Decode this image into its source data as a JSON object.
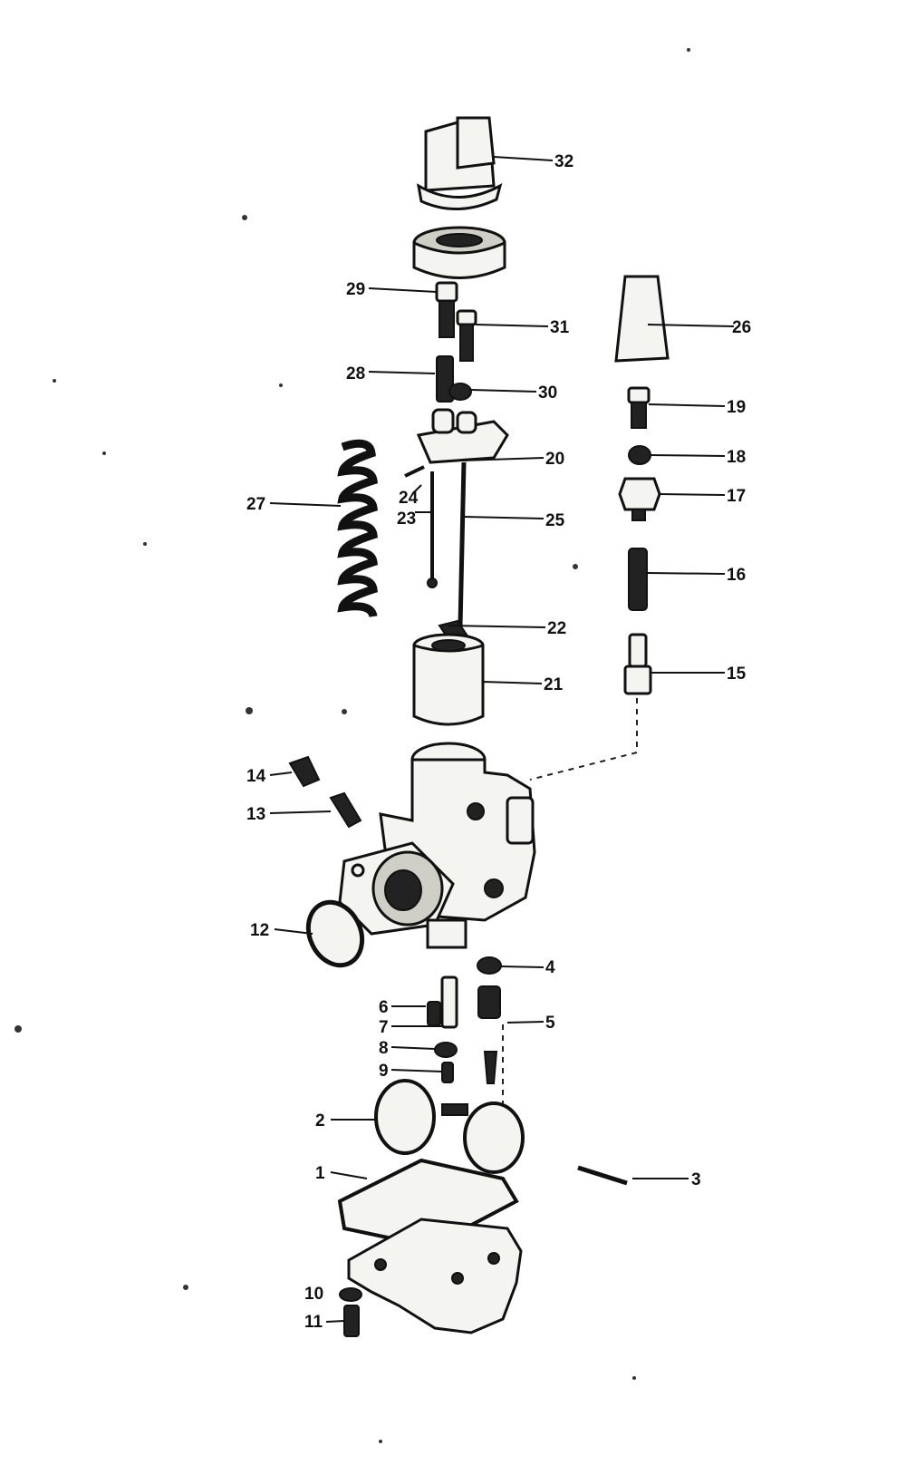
{
  "figure": {
    "background": "#ffffff",
    "ink": "#111111"
  },
  "callouts": {
    "c1": "1",
    "c2": "2",
    "c3": "3",
    "c4": "4",
    "c5": "5",
    "c6": "6",
    "c7": "7",
    "c8": "8",
    "c9": "9",
    "c10": "10",
    "c11": "11",
    "c12": "12",
    "c13": "13",
    "c14": "14",
    "c15": "15",
    "c16": "16",
    "c17": "17",
    "c18": "18",
    "c19": "19",
    "c20": "20",
    "c21": "21",
    "c22": "22",
    "c23": "23",
    "c24": "24",
    "c25": "25",
    "c26": "26",
    "c27": "27",
    "c28": "28",
    "c29": "29",
    "c30": "30",
    "c31": "31",
    "c32": "32"
  }
}
